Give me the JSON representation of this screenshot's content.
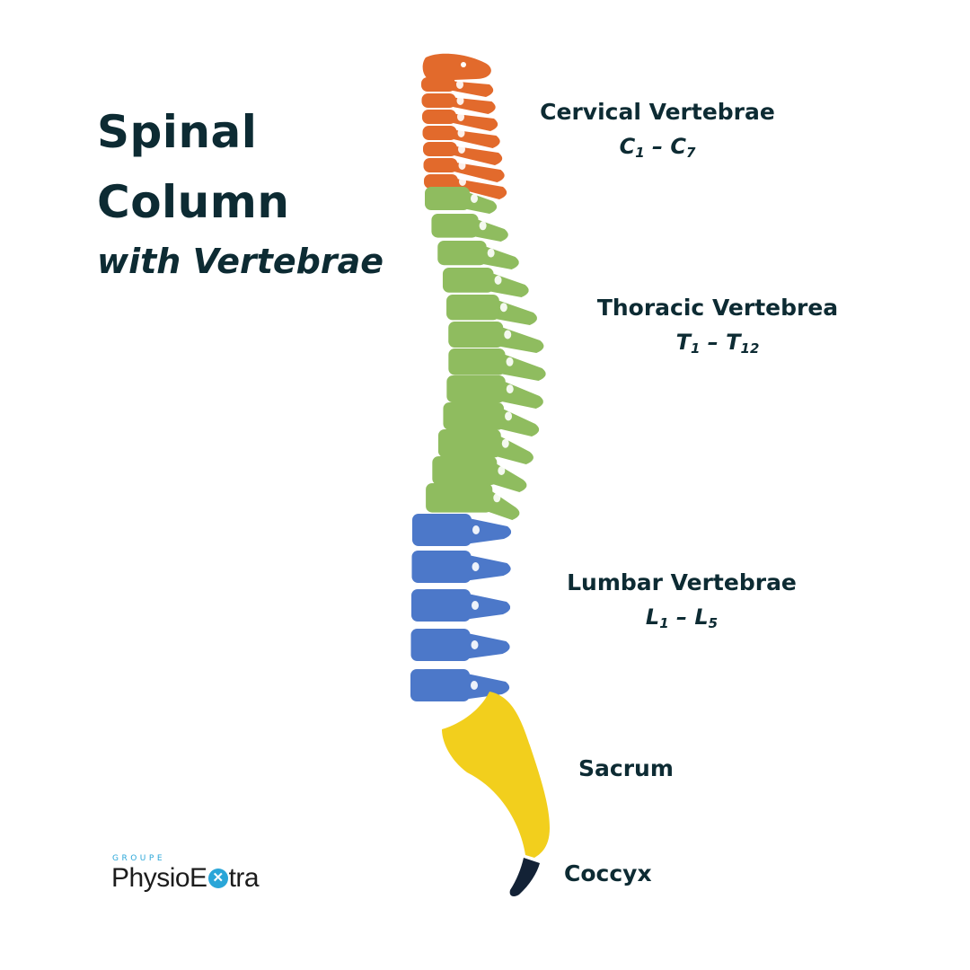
{
  "title": {
    "line1": "Spinal",
    "line2": "Column",
    "subtitle": "with Vertebrae"
  },
  "regions": [
    {
      "name": "Cervical Vertebrae",
      "range_a": "C",
      "sub_a": "1",
      "dash": "–",
      "range_b": "C",
      "sub_b": "7",
      "color": "#e26a2c"
    },
    {
      "name": "Thoracic Vertebrea",
      "range_a": "T",
      "sub_a": "1",
      "dash": "–",
      "range_b": "T",
      "sub_b": "12",
      "color": "#8fbc5f"
    },
    {
      "name": "Lumbar Vertebrae",
      "range_a": "L",
      "sub_a": "1",
      "dash": "–",
      "range_b": "L",
      "sub_b": "5",
      "color": "#4c78c9"
    },
    {
      "name": "Sacrum",
      "color": "#f2cf1d"
    },
    {
      "name": "Coccyx",
      "color": "#132236"
    }
  ],
  "logo": {
    "groupe": "GROUPE",
    "brand_part1": "PhysioE",
    "brand_icon": "x-circle-icon",
    "brand_part2": "tra"
  }
}
